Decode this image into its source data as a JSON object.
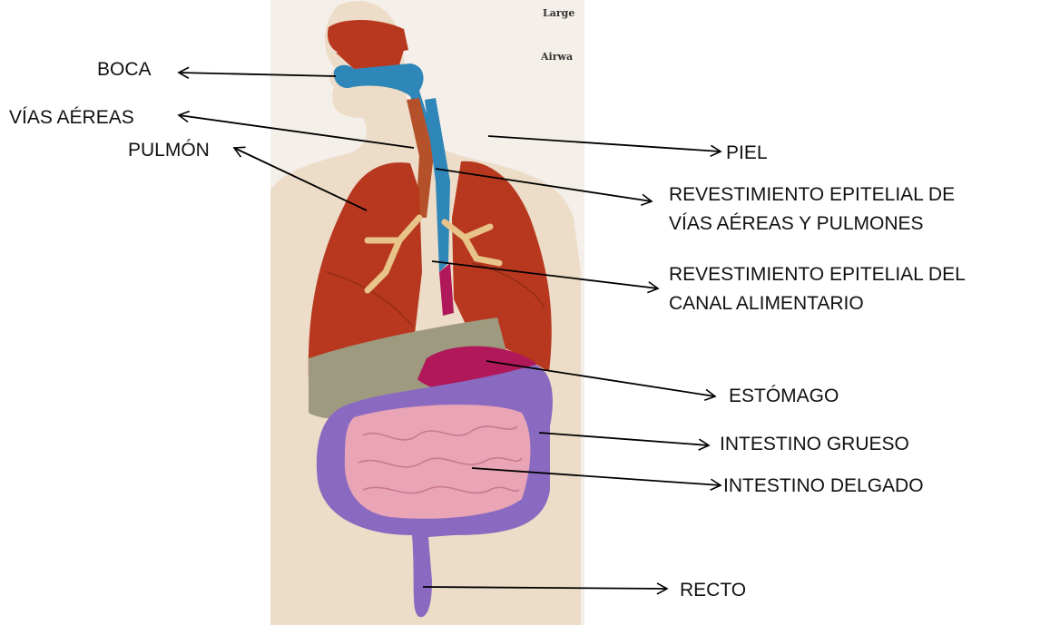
{
  "source_labels": {
    "large": "Large",
    "airway": "Airwa"
  },
  "labels": {
    "boca": "BOCA",
    "vias_aereas": "VÍAS AÉREAS",
    "pulmon": "PULMÓN",
    "piel": "PIEL",
    "rev_vias_1": "REVESTIMIENTO EPITELIAL DE",
    "rev_vias_2": "VÍAS AÉREAS Y PULMONES",
    "rev_canal_1": "REVESTIMIENTO EPITELIAL DEL",
    "rev_canal_2": "CANAL ALIMENTARIO",
    "estomago": "ESTÓMAGO",
    "int_grueso": "INTESTINO GRUESO",
    "int_delgado": "INTESTINO DELGADO",
    "recto": "RECTO"
  },
  "colors": {
    "skin": "#ecdcc8",
    "panel": "#f4efe9",
    "lung": "#b8381f",
    "airway": "#2f86b8",
    "bronchi": "#e8c38a",
    "liver": "#9e9a80",
    "stomach": "#b0185a",
    "large_intestine": "#8a6ac0",
    "small_intestine": "#e9a4b6",
    "arrow": "#000000"
  }
}
